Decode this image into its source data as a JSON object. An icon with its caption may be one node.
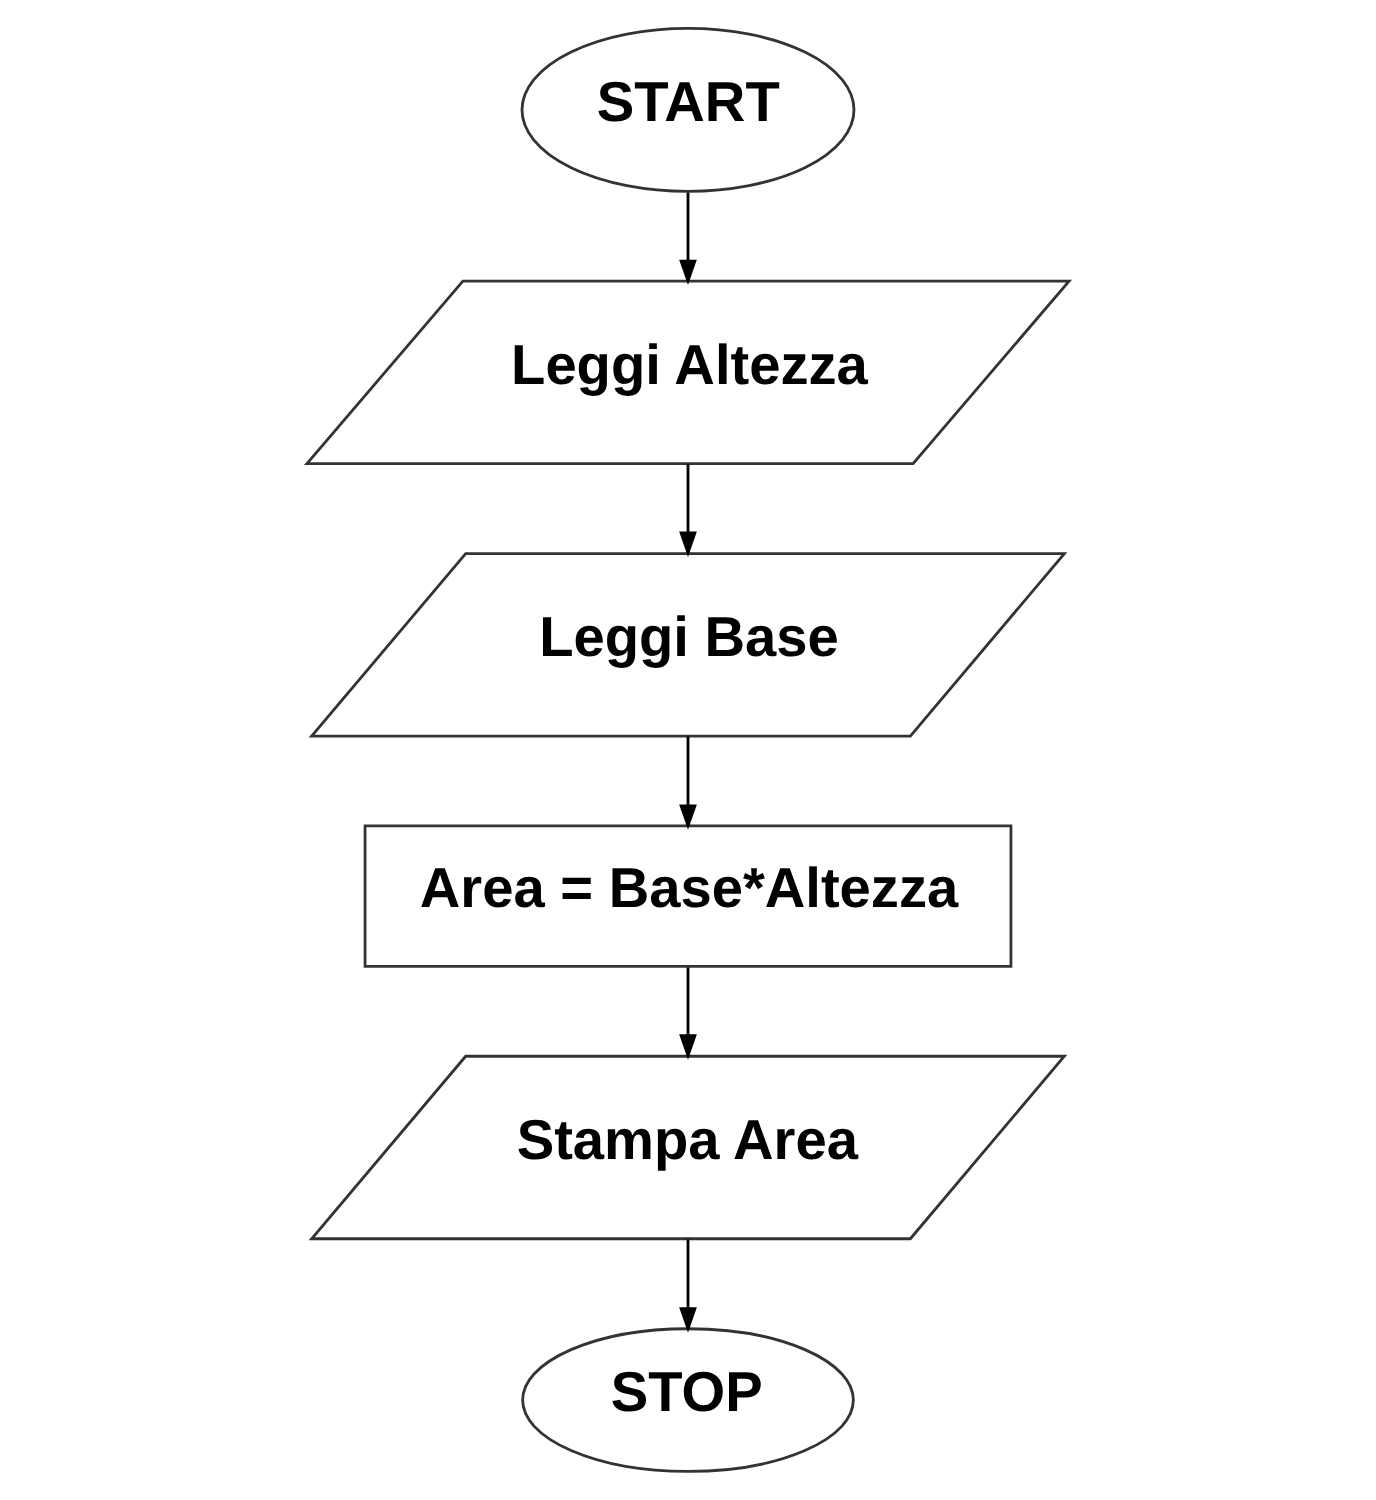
{
  "diagram": {
    "nodes": [
      {
        "text": [
          "START"
        ]
      },
      {
        "text": [
          "Leggi Altezza"
        ]
      },
      {
        "text": [
          "Leggi Base"
        ]
      },
      {
        "text": [
          "Area = Base*Altezza"
        ]
      },
      {
        "text": [
          "Stampa Area"
        ]
      },
      {
        "text": [
          "STOP"
        ]
      }
    ],
    "edges": [
      {
        "from": 0,
        "to": 1,
        "arrow": "to"
      },
      {
        "from": 1,
        "to": 2,
        "arrow": "to"
      },
      {
        "from": 2,
        "to": 3,
        "arrow": "to"
      },
      {
        "from": 3,
        "to": 4,
        "arrow": "to"
      },
      {
        "from": 4,
        "to": 5,
        "arrow": "to"
      }
    ]
  }
}
